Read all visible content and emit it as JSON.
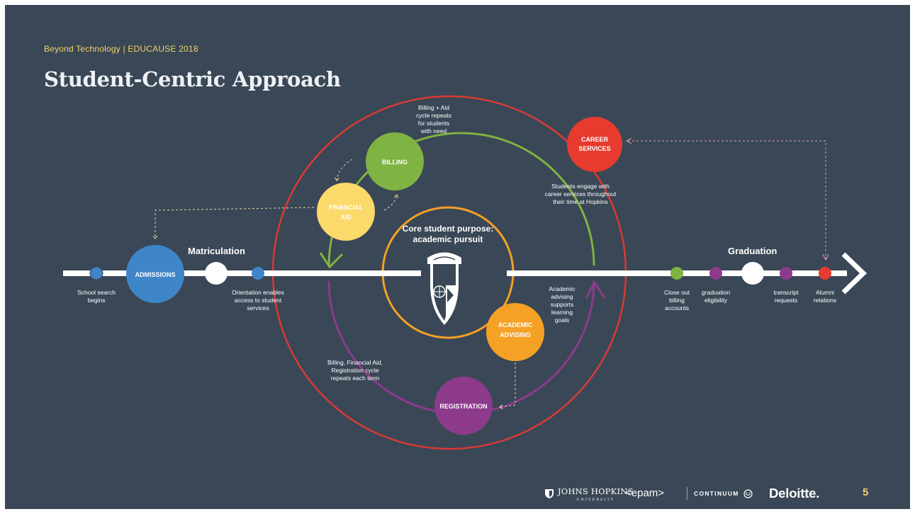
{
  "header": {
    "kicker": "Beyond Technology | EDUCAUSE 2018",
    "title": "Student-Centric Approach"
  },
  "colors": {
    "background": "#3a4756",
    "accent_yellow": "#f1d36a",
    "billing_green": "#7fb342",
    "financial_aid_yellow": "#fbd96a",
    "academic_orange": "#f5a126",
    "registration_purple": "#8d3a8d",
    "career_red": "#e63b2e",
    "admissions_blue": "#3f86c9",
    "outer_ring_red": "#d93a35"
  },
  "diagram": {
    "center_title_line1": "Core student purpose:",
    "center_title_line2": "academic pursuit",
    "nodes": {
      "admissions": "ADMISSIONS",
      "billing": "BILLING",
      "financial_aid_line1": "FINANCIAL",
      "financial_aid_line2": "AID",
      "academic_advising_line1": "ACADEMIC",
      "academic_advising_line2": "ADVISING",
      "registration": "REGISTRATION",
      "career_services_line1": "CAREER",
      "career_services_line2": "SERVICES"
    },
    "milestones": {
      "matriculation": "Matriculation",
      "graduation": "Graduation"
    },
    "timeline_labels": {
      "school_search": [
        "School search",
        "begins"
      ],
      "orientation": [
        "Orientation enables",
        "access to student",
        "services"
      ],
      "close_out": [
        "Close out",
        "billing",
        "accounts"
      ],
      "graduation_eligibility": [
        "graduation",
        "eligibility"
      ],
      "transcript": [
        "transcript",
        "requests"
      ],
      "alumni": [
        "Alumni",
        "relations"
      ]
    },
    "annotations": {
      "billing_aid_cycle": [
        "Billing + Aid",
        "cycle repeats",
        "for students",
        "with need"
      ],
      "career_engage": [
        "Students engage with",
        "career services throughout",
        "their time at Hopkins"
      ],
      "academic_advising_note": [
        "Academic",
        "advising",
        "supports",
        "learning",
        "goals"
      ],
      "registration_cycle": [
        "Billing, Financial Aid,",
        "Registration cycle",
        "repeats each term"
      ]
    }
  },
  "footer": {
    "jhu_name": "JOHNS HOPKINS",
    "jhu_sub": "UNIVERSITY",
    "epam": "<epam>",
    "continuum": "CONTINUUM",
    "deloitte": "Deloitte.",
    "page_number": "5"
  }
}
